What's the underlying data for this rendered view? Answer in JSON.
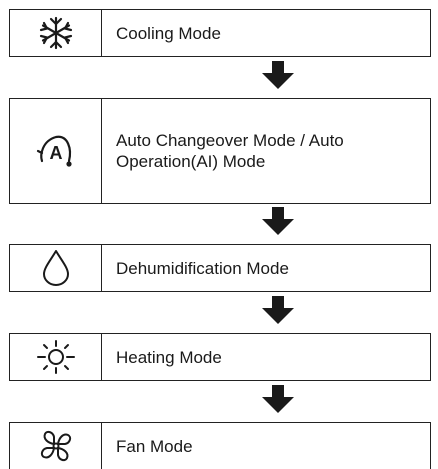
{
  "modes": [
    {
      "icon": "snowflake-icon",
      "label": "Cooling Mode"
    },
    {
      "icon": "auto-ai-icon",
      "icon_text": "A",
      "label": "Auto Changeover Mode / Auto\nOperation(AI) Mode"
    },
    {
      "icon": "water-drop-icon",
      "label": "Dehumidification Mode"
    },
    {
      "icon": "sun-icon",
      "label": "Heating Mode"
    },
    {
      "icon": "fan-icon",
      "label": "Fan Mode"
    }
  ],
  "arrows": [
    "down-arrow-icon",
    "down-arrow-icon",
    "down-arrow-icon",
    "down-arrow-icon"
  ]
}
